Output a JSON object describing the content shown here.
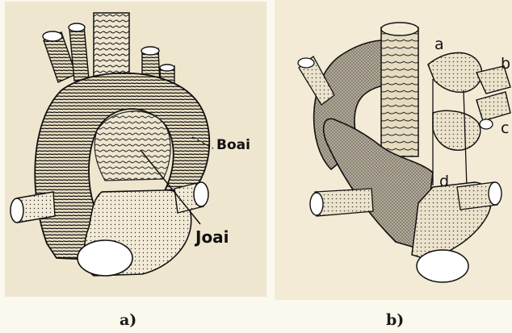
{
  "panel_a": {
    "caption": "a)",
    "labels": {
      "boai": "Boai",
      "joai": "Joai"
    }
  },
  "panel_b": {
    "caption": "b)",
    "labels": {
      "a": "a",
      "b": "b",
      "c": "c",
      "d": "d"
    }
  },
  "colors": {
    "ink": "#111111",
    "paper": "#efe6cf",
    "shade": "#9a9486"
  }
}
